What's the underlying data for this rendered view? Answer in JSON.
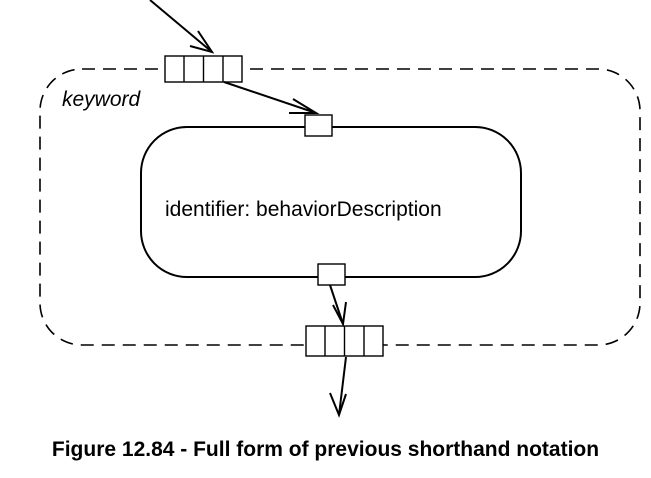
{
  "diagram": {
    "region_keyword": "keyword",
    "action_label": "identifier: behaviorDescription",
    "caption": "Figure 12.84 - Full form of previous shorthand notation",
    "stroke_color": "#000000",
    "background_color": "#ffffff",
    "elements": [
      {
        "name": "expansion-region",
        "kind": "dashed rounded rectangle"
      },
      {
        "name": "input-expansion-node",
        "kind": "expansion node",
        "slots": 4
      },
      {
        "name": "output-expansion-node",
        "kind": "expansion node",
        "slots": 4
      },
      {
        "name": "action",
        "kind": "rounded action"
      },
      {
        "name": "input-pin",
        "kind": "pin"
      },
      {
        "name": "output-pin",
        "kind": "pin"
      }
    ],
    "flows": [
      {
        "from": "outside",
        "to": "input-expansion-node"
      },
      {
        "from": "input-expansion-node",
        "to": "input-pin"
      },
      {
        "from": "output-pin",
        "to": "output-expansion-node"
      },
      {
        "from": "output-expansion-node",
        "to": "outside"
      }
    ]
  }
}
